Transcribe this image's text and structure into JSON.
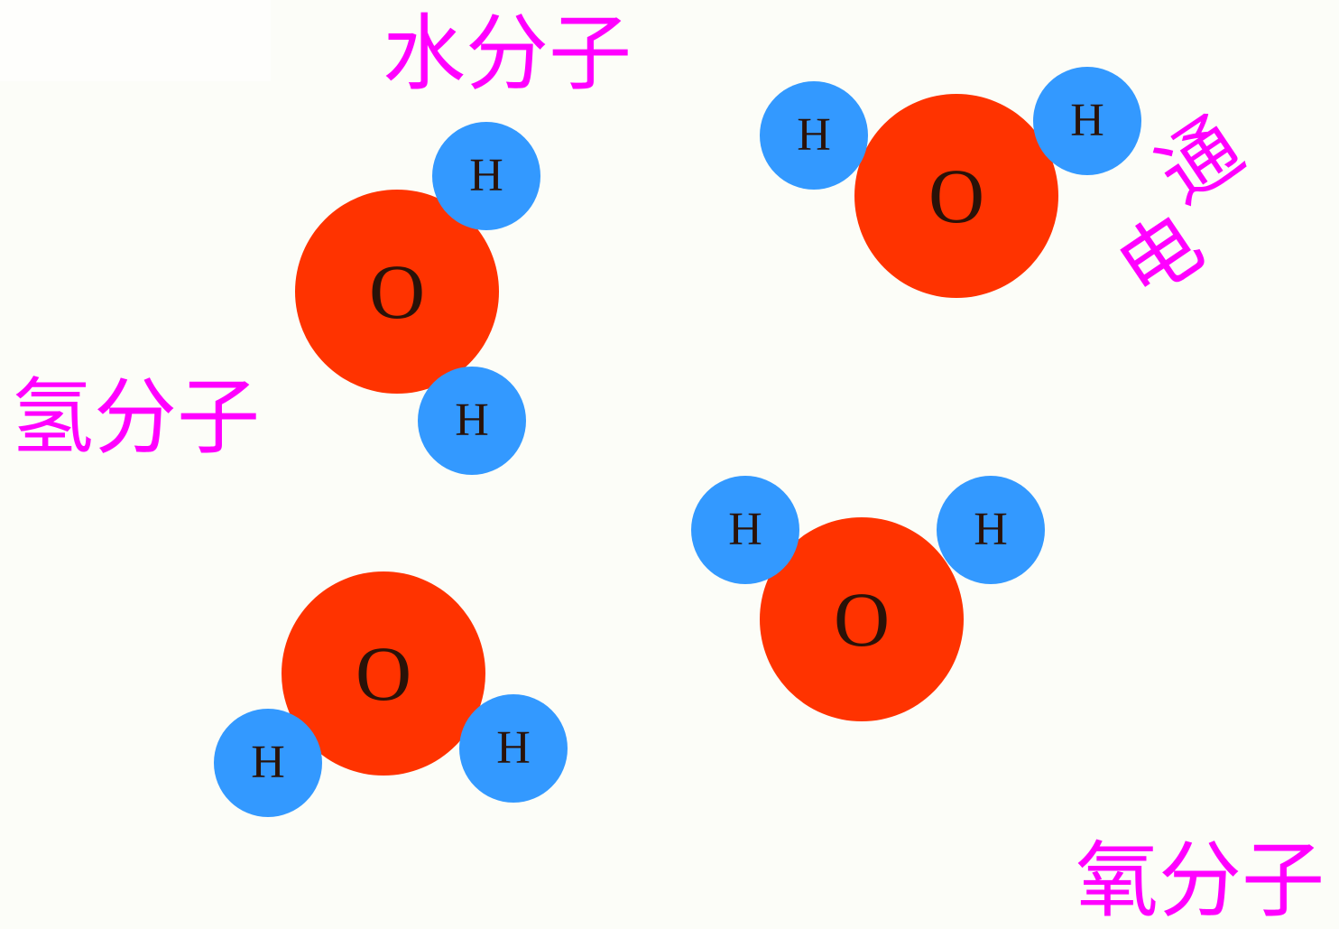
{
  "labels": {
    "water_molecule": "水分子",
    "hydrogen_molecule": "氢分子",
    "oxygen_molecule": "氧分子",
    "electrolysis": [
      "通",
      "电"
    ]
  },
  "atoms": {
    "oxygen": "O",
    "hydrogen": "H"
  },
  "colors": {
    "background": "#fcfdf8",
    "oxygen_atom": "#ff3300",
    "hydrogen_atom": "#3399ff",
    "caption_text": "#ff00ff",
    "atom_symbol": "#2a1208"
  }
}
